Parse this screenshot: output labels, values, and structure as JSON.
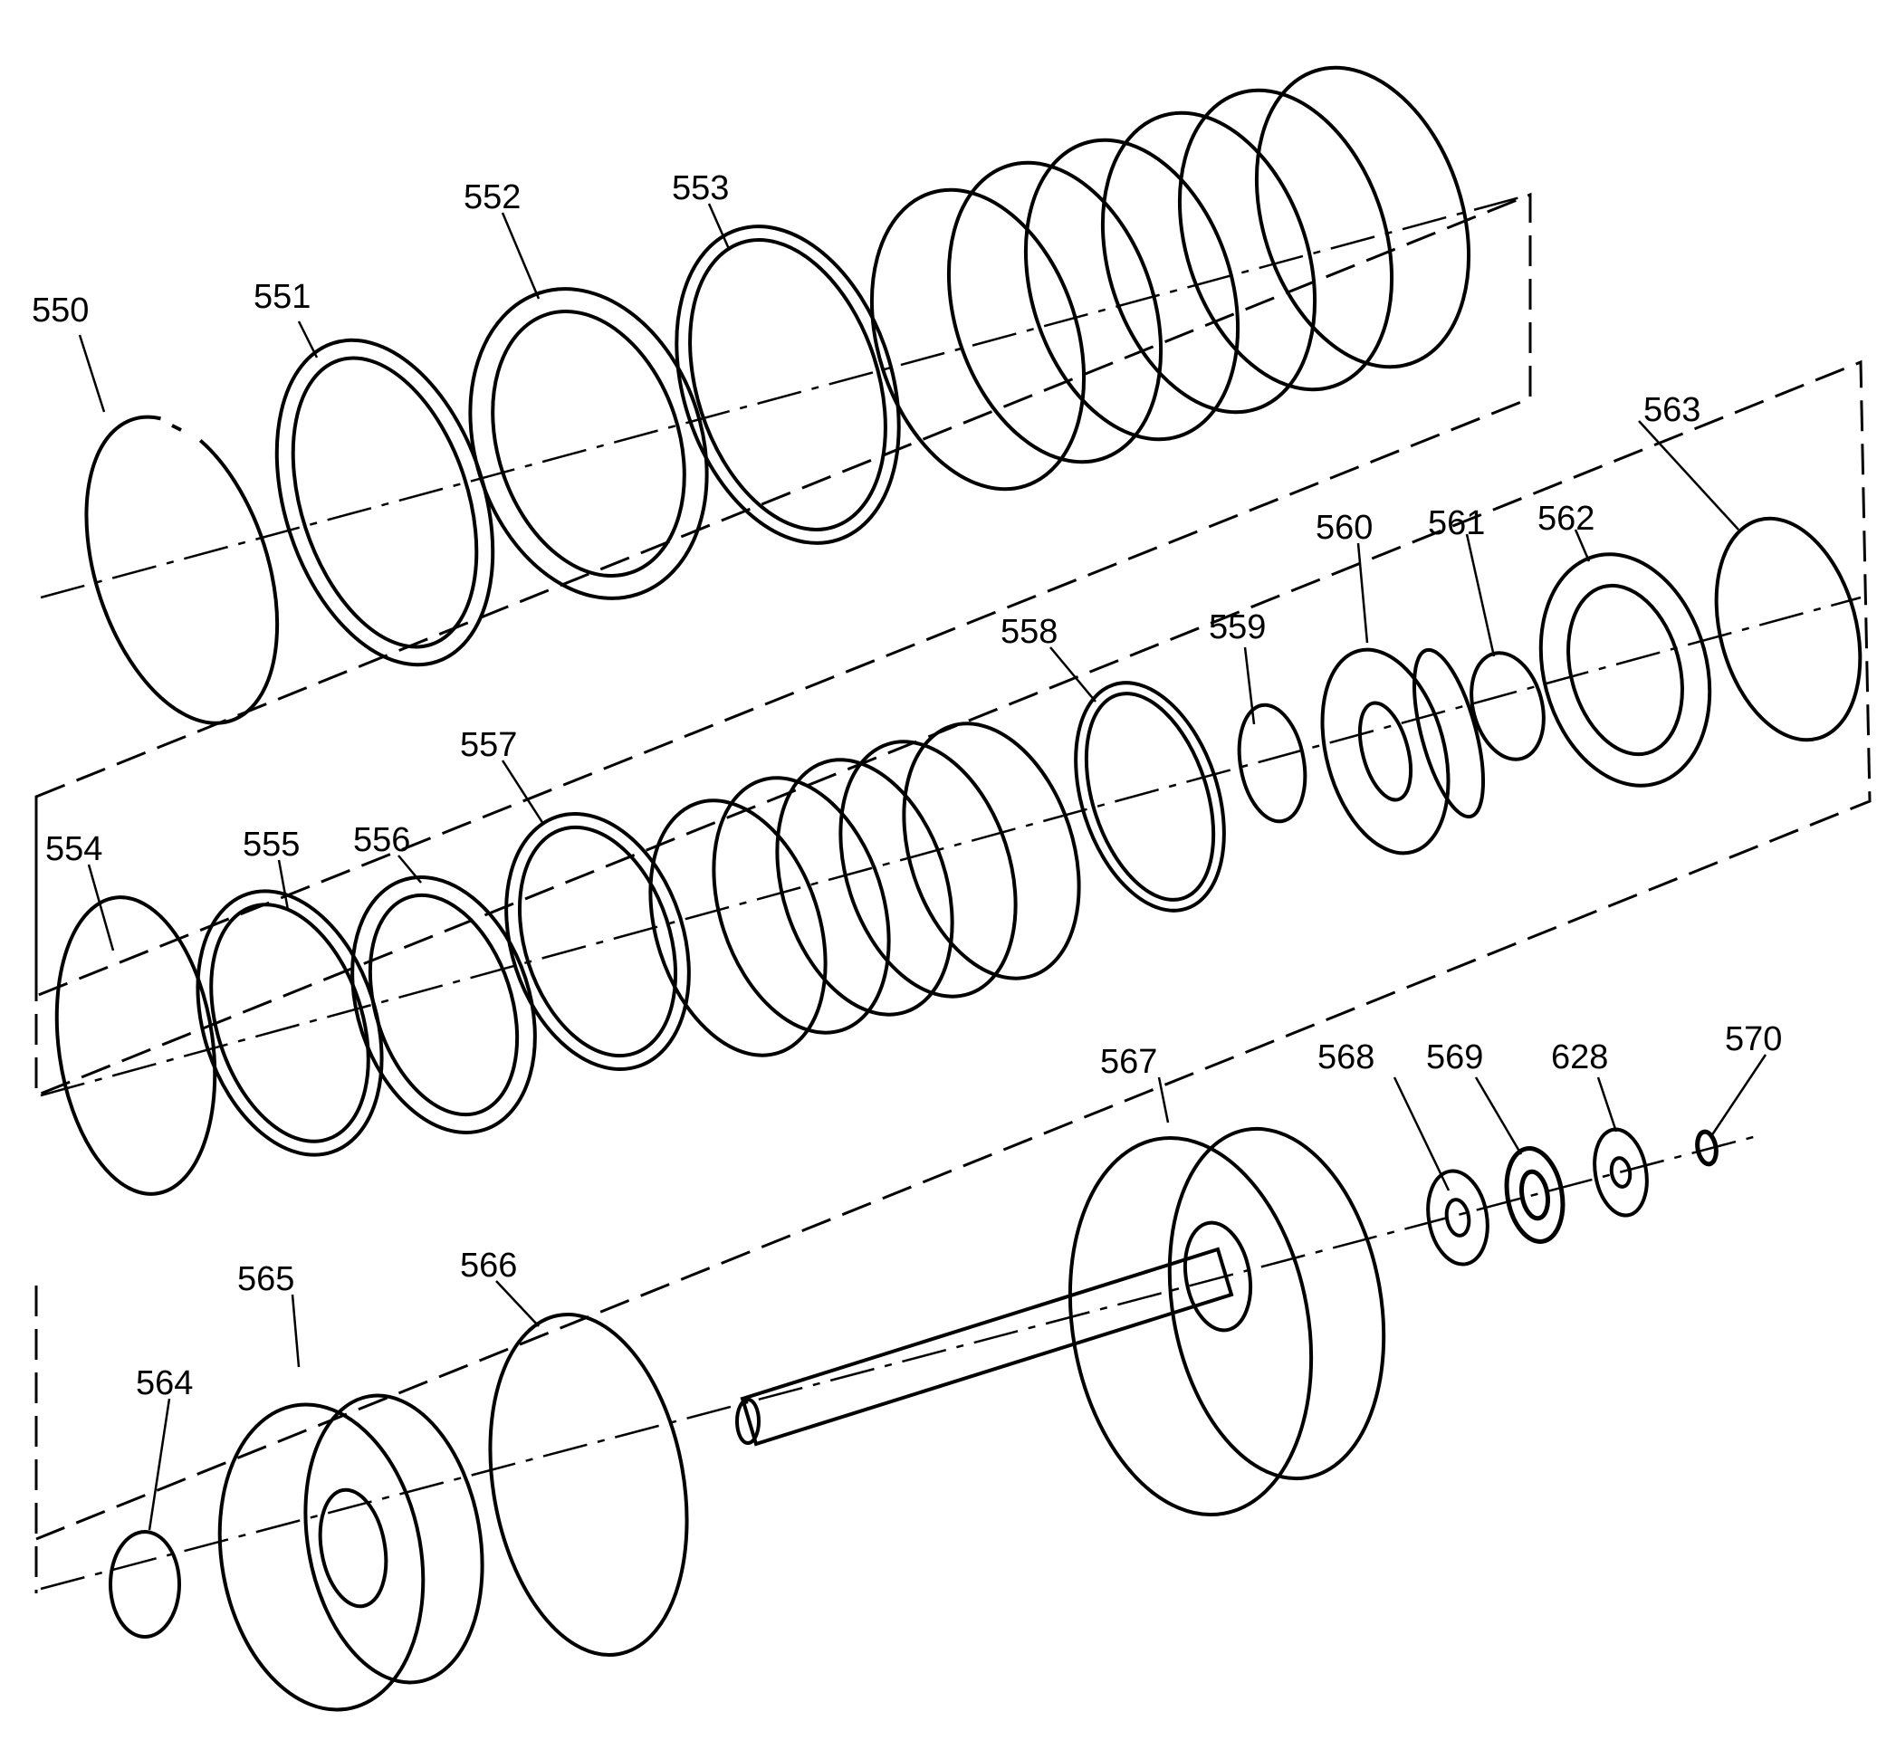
{
  "callouts": {
    "p550": "550",
    "p551": "551",
    "p552": "552",
    "p553": "553",
    "p554": "554",
    "p555": "555",
    "p556": "556",
    "p557": "557",
    "p558": "558",
    "p559": "559",
    "p560": "560",
    "p561": "561",
    "p562": "562",
    "p563": "563",
    "p564": "564",
    "p565": "565",
    "p566": "566",
    "p567": "567",
    "p568": "568",
    "p569": "569",
    "p628": "628",
    "p570": "570"
  }
}
